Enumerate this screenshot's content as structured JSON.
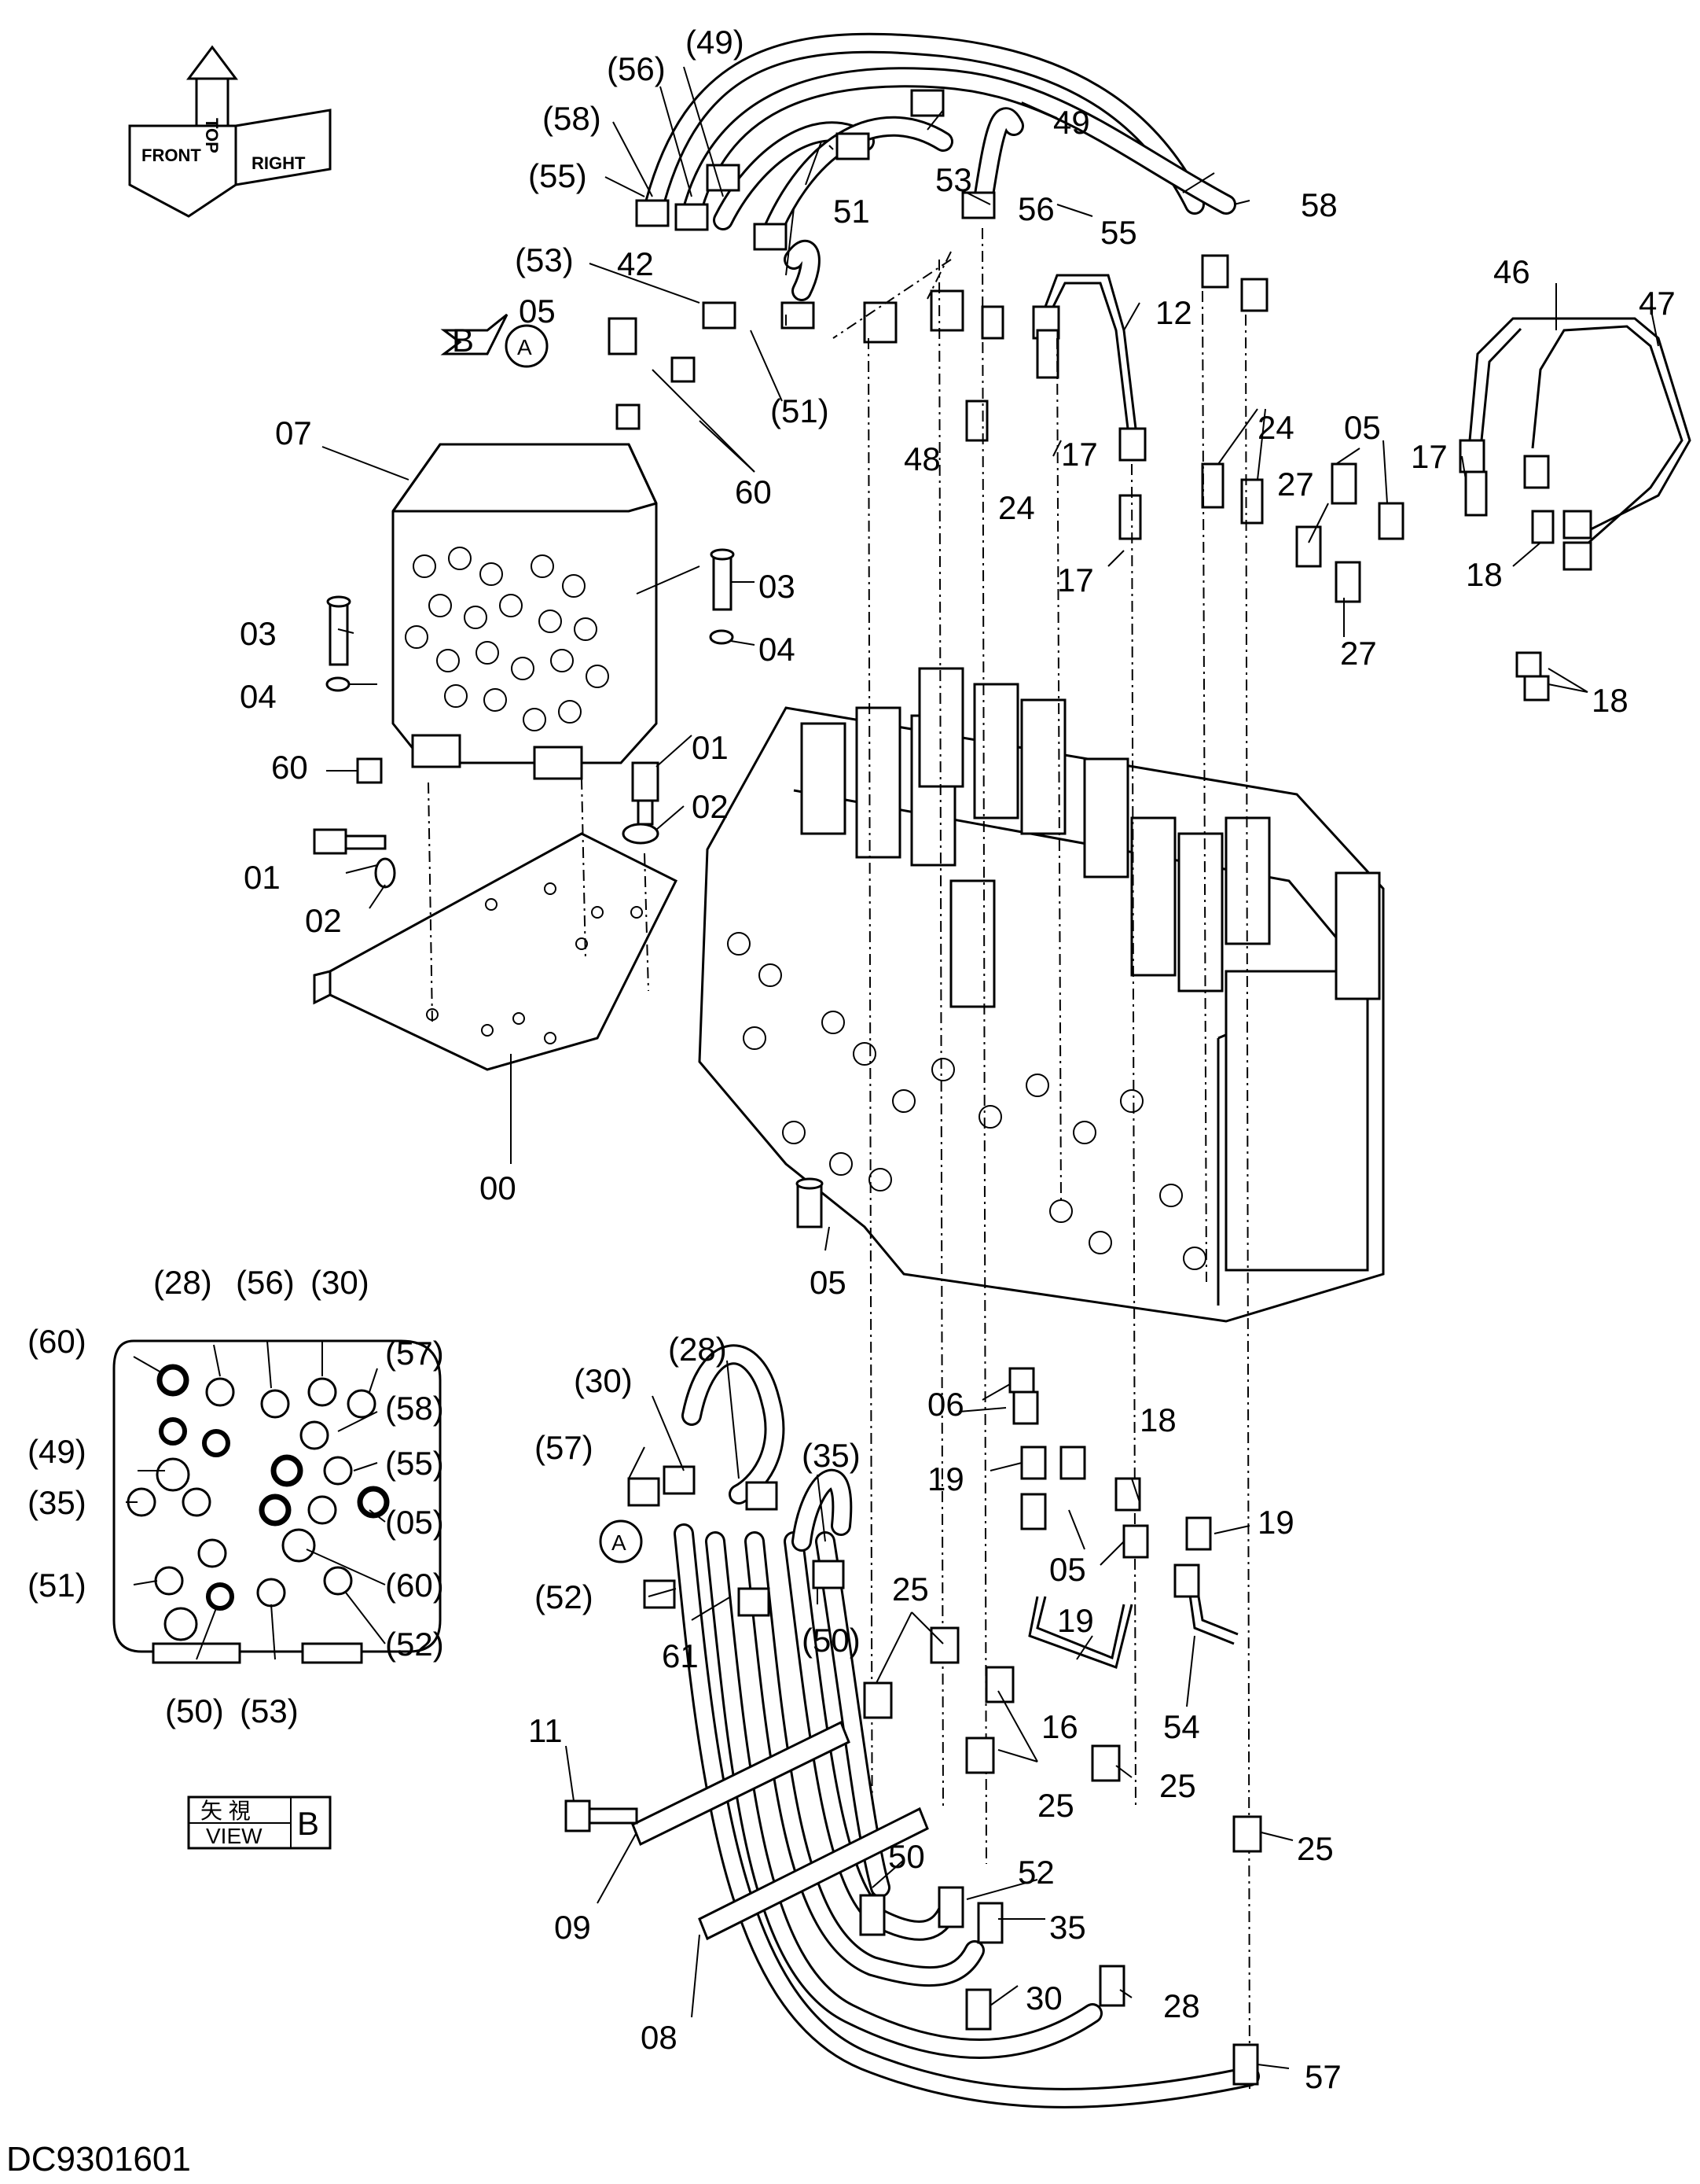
{
  "orientation": {
    "top": "TOP",
    "front": "FRONT",
    "right": "RIGHT"
  },
  "view_markers": {
    "a_marker": "A",
    "b_marker": "B"
  },
  "view_b_box": {
    "kanji": "矢 視",
    "view": "VIEW",
    "letter": "B"
  },
  "drawing_code": "DC9301601",
  "callouts": {
    "c00": "00",
    "c01a": "01",
    "c01b": "01",
    "c02a": "02",
    "c02b": "02",
    "c03a": "03",
    "c03b": "03",
    "c04a": "04",
    "c04b": "04",
    "c05a": "05",
    "c05b": "05",
    "c05c": "05",
    "c05d": "05",
    "c06": "06",
    "c07": "07",
    "c08": "08",
    "c09": "09",
    "c11": "11",
    "c12": "12",
    "c16": "16",
    "c17a": "17",
    "c17b": "17",
    "c17c": "17",
    "c18a": "18",
    "c18b": "18",
    "c18c": "18",
    "c19a": "19",
    "c19b": "19",
    "c19c": "19",
    "c24a": "24",
    "c24b": "24",
    "c25a": "25",
    "c25b": "25",
    "c25c": "25",
    "c25d": "25",
    "c27a": "27",
    "c27b": "27",
    "c28": "28",
    "c30": "30",
    "c35": "35",
    "c42": "42",
    "c46": "46",
    "c47": "47",
    "c48": "48",
    "c49": "49",
    "c50": "50",
    "c51": "51",
    "c52": "52",
    "c53": "53",
    "c54": "54",
    "c55": "55",
    "c56": "56",
    "c57": "57",
    "c58": "58",
    "c60": "60",
    "c61": "61",
    "p49": "(49)",
    "p56": "(56)",
    "p58": "(58)",
    "p55": "(55)",
    "p53": "(53)",
    "p51": "(51)",
    "q30": "(30)",
    "q28": "(28)",
    "q57": "(57)",
    "q35": "(35)",
    "q52": "(52)",
    "q50": "(50)"
  },
  "view_b_labels": {
    "l28": "(28)",
    "l56": "(56)",
    "l30": "(30)",
    "l60a": "(60)",
    "l57": "(57)",
    "l58": "(58)",
    "l49": "(49)",
    "l55": "(55)",
    "l35": "(35)",
    "l05": "(05)",
    "l60b": "(60)",
    "l51": "(51)",
    "l52": "(52)",
    "l50": "(50)",
    "l53": "(53)"
  }
}
